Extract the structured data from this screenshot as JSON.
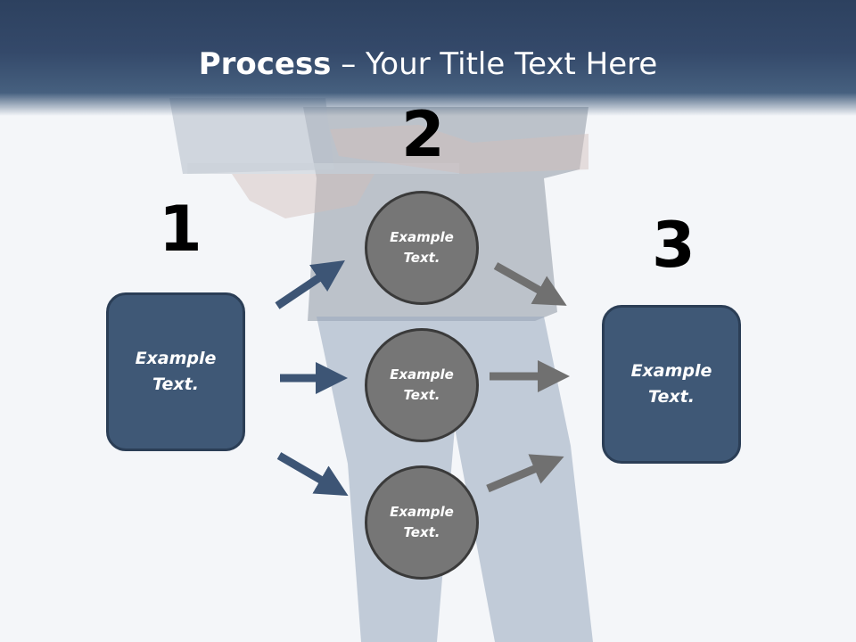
{
  "title": {
    "bold": "Process",
    "rest": " – Your Title Text Here"
  },
  "steps": [
    {
      "number": "1",
      "text": [
        "Example",
        "Text."
      ]
    },
    {
      "number": "2",
      "circles": [
        {
          "text": [
            "Example",
            "Text."
          ]
        },
        {
          "text": [
            "Example",
            "Text."
          ]
        },
        {
          "text": [
            "Example",
            "Text."
          ]
        }
      ]
    },
    {
      "number": "3",
      "text": [
        "Example",
        "Text."
      ]
    }
  ],
  "colors": {
    "box": "#3f5876",
    "circle": "#767676",
    "arrow_blue": "#3d5575",
    "arrow_gray": "#707070"
  }
}
